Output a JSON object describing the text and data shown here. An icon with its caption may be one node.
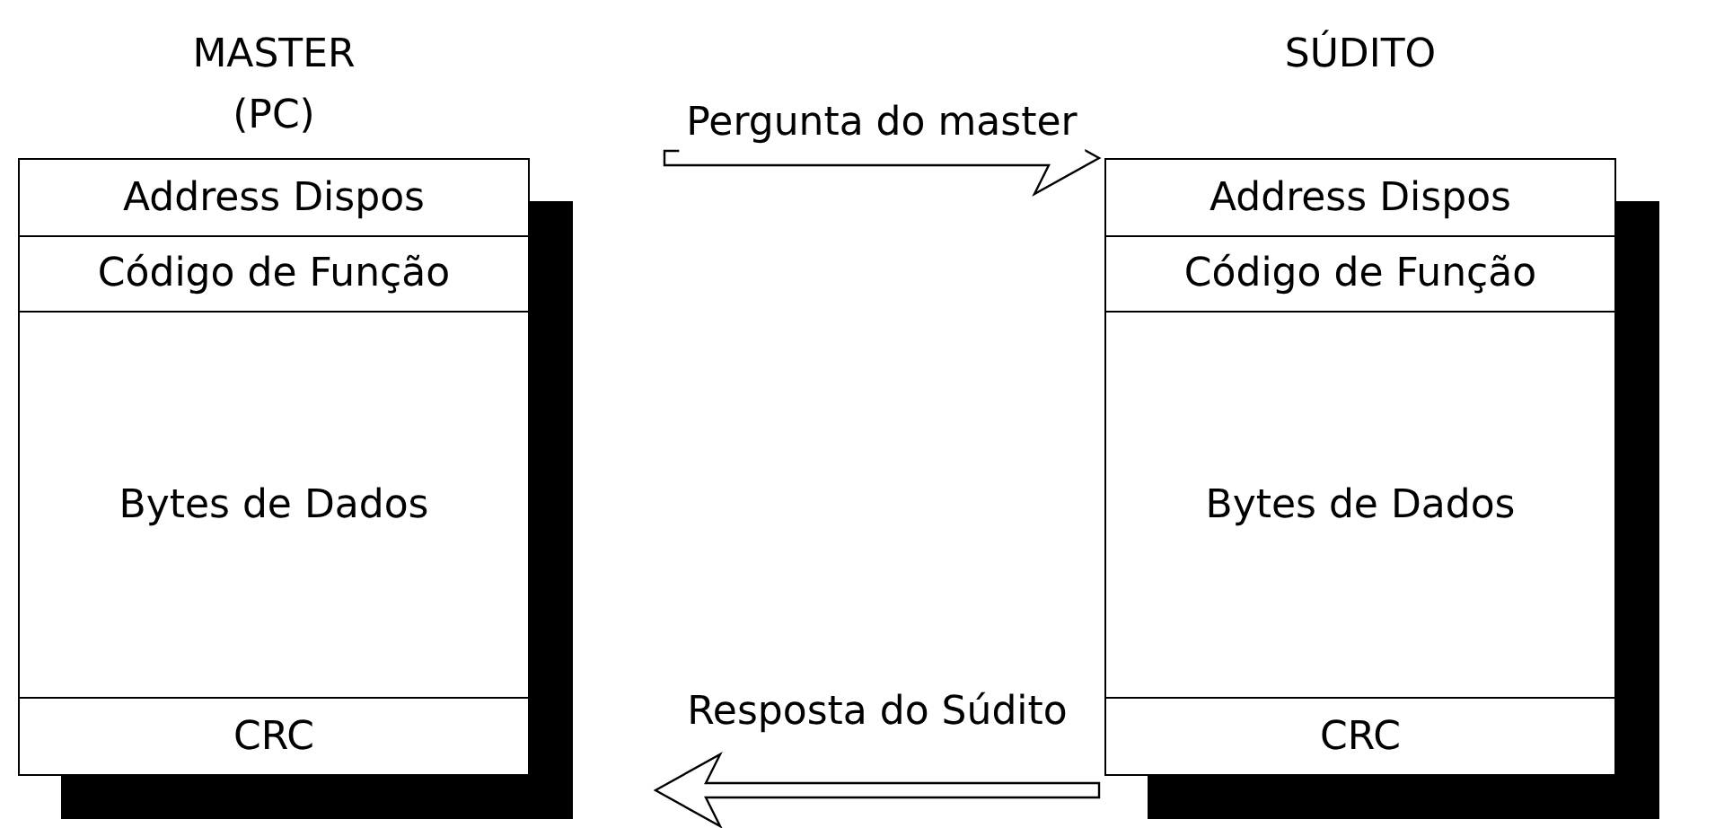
{
  "diagram": {
    "nodes": [
      {
        "text": [
          "MASTER",
          "(PC)"
        ]
      },
      {
        "text": [
          "Address Dispos"
        ],
        "in": 0
      },
      {
        "text": [
          "Código de Função"
        ],
        "in": 0
      },
      {
        "text": [
          "Bytes de Dados"
        ],
        "in": 0
      },
      {
        "text": [
          "CRC"
        ],
        "in": 0
      },
      {
        "text": [
          "SÚDITO"
        ]
      },
      {
        "text": [
          "Address Dispos"
        ],
        "in": 5
      },
      {
        "text": [
          "Código de Função"
        ],
        "in": 5
      },
      {
        "text": [
          "Bytes de Dados"
        ],
        "in": 5
      },
      {
        "text": [
          "CRC"
        ],
        "in": 5
      }
    ],
    "edges": [
      {
        "from": 0,
        "to": 5,
        "arrow": "to",
        "label": "Pergunta do master"
      },
      {
        "from": 5,
        "to": 0,
        "arrow": "to",
        "label": "Resposta do Súdito"
      }
    ]
  }
}
